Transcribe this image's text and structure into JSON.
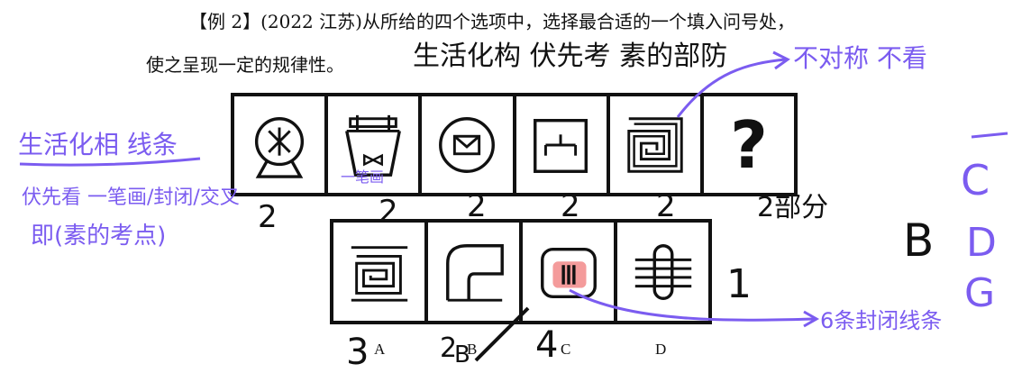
{
  "question": {
    "line1": "【例 2】(2022 江苏)从所给的四个选项中，选择最合适的一个填入问号处，",
    "line2": "使之呈现一定的规律性。"
  },
  "question_mark": "?",
  "options": {
    "a": "A",
    "b": "B",
    "c": "C",
    "d": "D"
  },
  "annotations": {
    "top_scribble": "生活化构 伏先考 素的部防",
    "arrow_note": "不对称 不看",
    "left_line1": "生活化相 线条",
    "left_line2": "伏先看 一笔画/封闭/交叉",
    "left_line3": "即(素的考点)",
    "small_note": "一笔画",
    "count_row1": [
      "2",
      "2",
      "2",
      "2",
      "2",
      "2部分"
    ],
    "count_row2": [
      "3",
      "2",
      "4",
      "1"
    ],
    "option_mark_b": "B",
    "right_letters": [
      "C",
      "B",
      "D",
      "G"
    ],
    "right_note": "6条封闭线条"
  },
  "colors": {
    "ink": "#111111",
    "handwriting": "#7b5cf0",
    "highlight": "#f07a7a"
  }
}
